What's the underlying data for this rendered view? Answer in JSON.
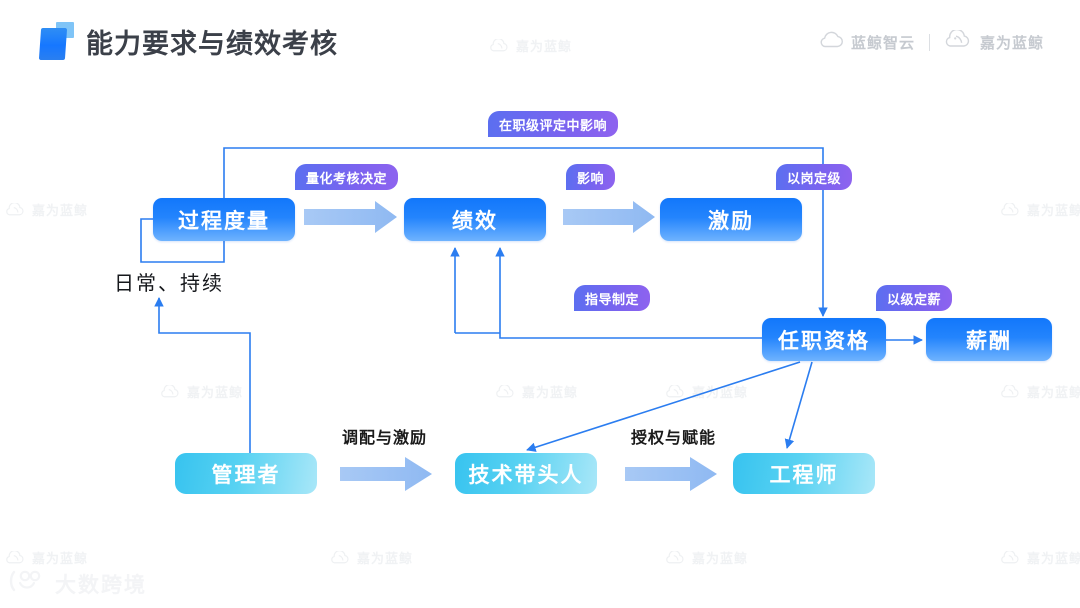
{
  "header": {
    "title": "能力要求与绩效考核",
    "logo_icon": "blue-square-logo",
    "brands": [
      {
        "name": "蓝鲸智云",
        "icon": "cloud-icon"
      },
      {
        "name": "嘉为蓝鲸",
        "icon": "whale-cloud-icon"
      }
    ]
  },
  "diagram": {
    "nodes": [
      {
        "id": "process-metrics",
        "label": "过程度量",
        "style": "blue"
      },
      {
        "id": "performance",
        "label": "绩效",
        "style": "blue"
      },
      {
        "id": "incentive",
        "label": "激励",
        "style": "blue"
      },
      {
        "id": "qualification",
        "label": "任职资格",
        "style": "blue"
      },
      {
        "id": "salary",
        "label": "薪酬",
        "style": "blue"
      },
      {
        "id": "manager",
        "label": "管理者",
        "style": "cyan"
      },
      {
        "id": "tech-leader",
        "label": "技术带头人",
        "style": "cyan"
      },
      {
        "id": "engineer",
        "label": "工程师",
        "style": "cyan"
      }
    ],
    "tags": [
      {
        "id": "tag-rank-review",
        "label": "在职级评定中影响"
      },
      {
        "id": "tag-quant-assess",
        "label": "量化考核决定"
      },
      {
        "id": "tag-influence",
        "label": "影响"
      },
      {
        "id": "tag-post-grade",
        "label": "以岗定级"
      },
      {
        "id": "tag-guide-make",
        "label": "指导制定"
      },
      {
        "id": "tag-level-pay",
        "label": "以级定薪"
      }
    ],
    "labels": [
      {
        "id": "label-daily-continuous",
        "label": "日常、持续"
      },
      {
        "id": "label-allocate-motivate",
        "label": "调配与激励"
      },
      {
        "id": "label-empower-enable",
        "label": "授权与赋能"
      }
    ]
  },
  "watermarks": {
    "brand": "嘉为蓝鲸",
    "footer": "大数跨境"
  },
  "colors": {
    "node_blue": "#1277fb",
    "node_cyan": "#37c3ef",
    "tag_purple": "#7b63ef",
    "connector": "#2b7df0",
    "title": "#3b4049"
  }
}
